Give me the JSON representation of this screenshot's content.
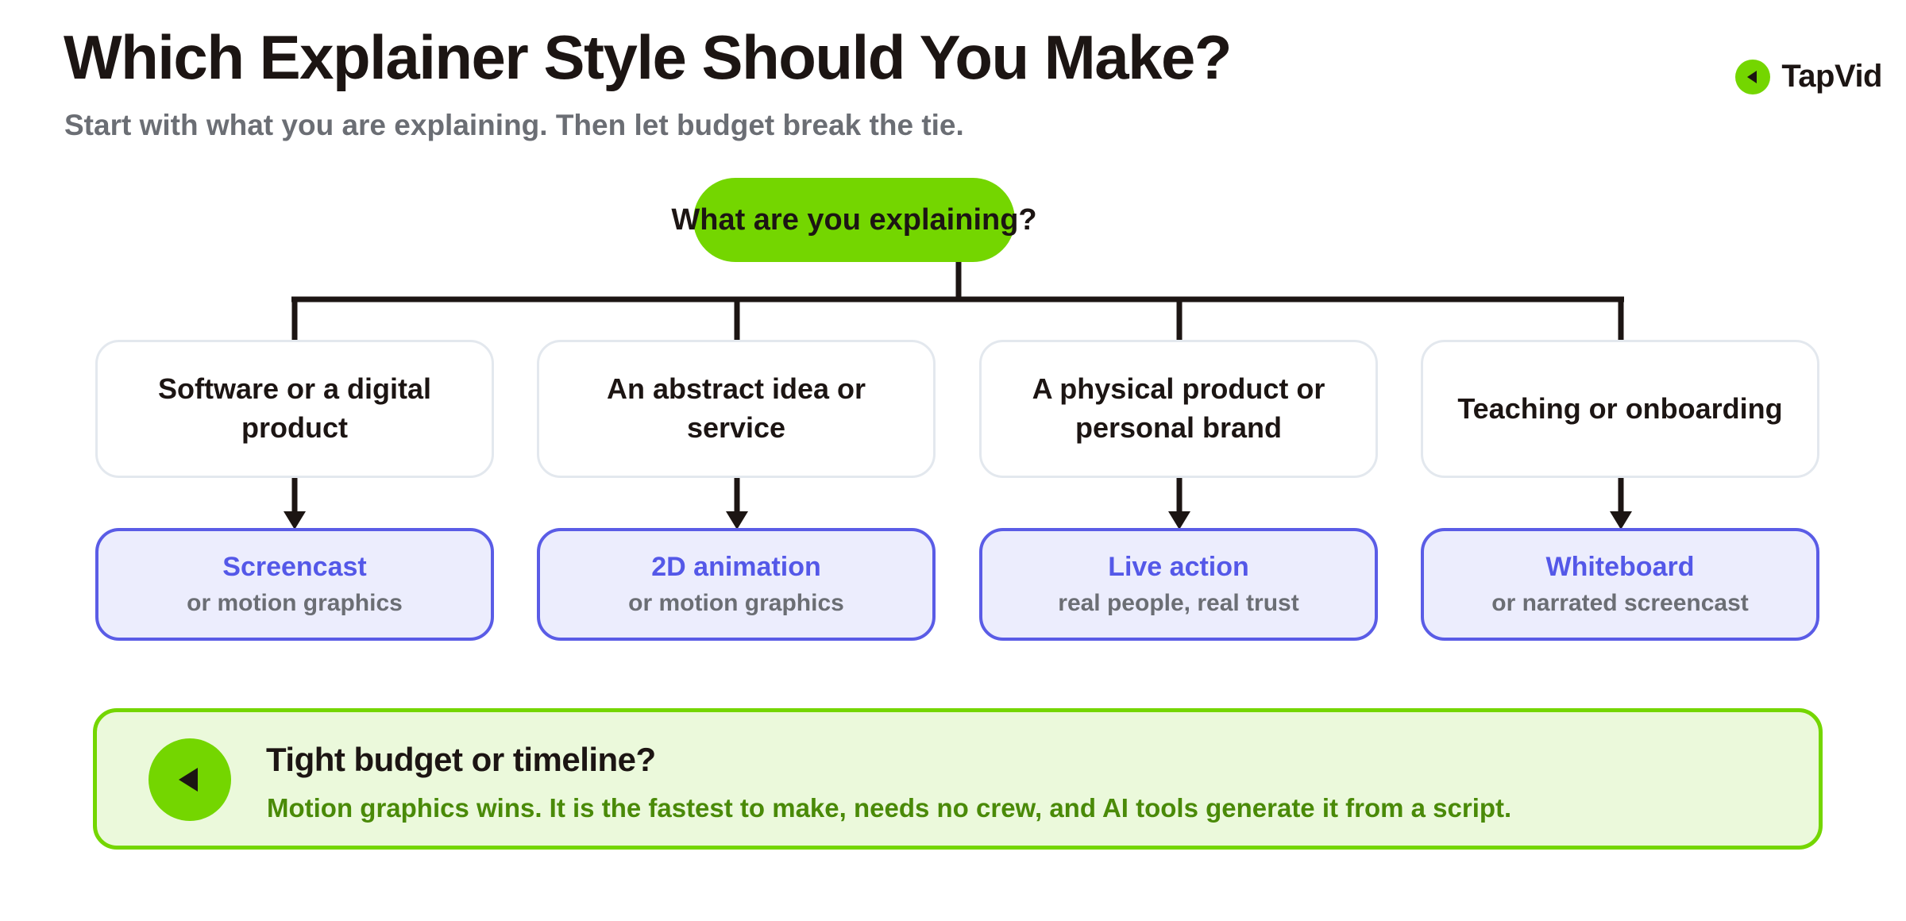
{
  "header": {
    "title": "Which Explainer Style Should You Make?",
    "subtitle": "Start with what you are explaining. Then let budget break the tie."
  },
  "brand": {
    "name": "TapVid",
    "icon": "play-triangle-icon",
    "color": "#74d600"
  },
  "root": {
    "label": "What are you explaining?"
  },
  "branches": [
    {
      "question": "Software or a digital product",
      "answer_title": "Screencast",
      "answer_sub": "or motion graphics"
    },
    {
      "question": "An abstract idea or service",
      "answer_title": "2D animation",
      "answer_sub": "or motion graphics"
    },
    {
      "question": "A physical product or personal brand",
      "answer_title": "Live action",
      "answer_sub": "real people, real trust"
    },
    {
      "question": "Teaching or onboarding",
      "answer_title": "Whiteboard",
      "answer_sub": "or narrated screencast"
    }
  ],
  "callout": {
    "title": "Tight budget or timeline?",
    "text": "Motion graphics wins. It is the fastest to make, needs no crew, and AI tools generate it from a script.",
    "icon": "play-triangle-icon"
  },
  "colors": {
    "accent_green": "#74d600",
    "accent_purple": "#5a5ce6",
    "ink": "#1c1513",
    "muted": "#6b6e74"
  }
}
